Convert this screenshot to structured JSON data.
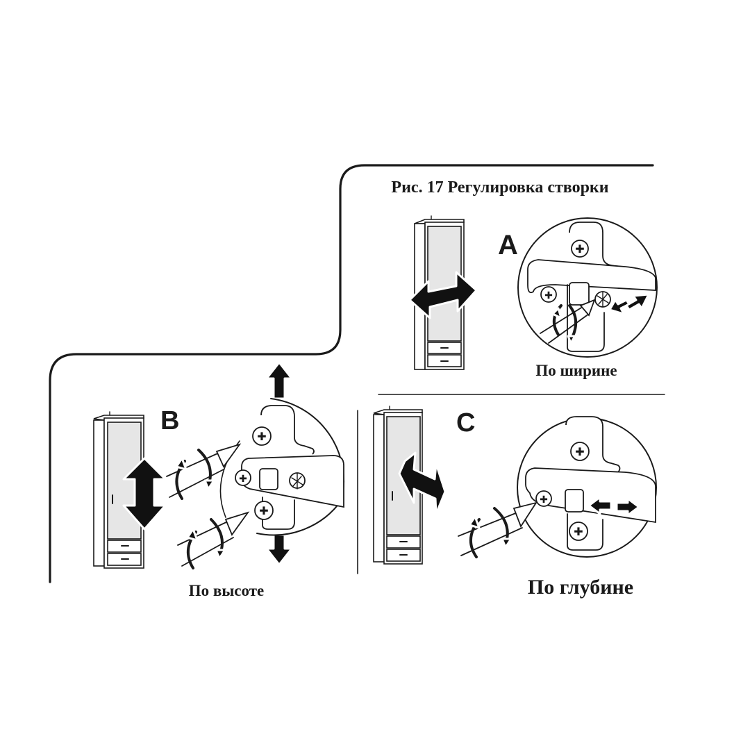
{
  "figure": {
    "title": "Рис. 17 Регулировка створки",
    "panels": [
      {
        "id": "A",
        "letter": "A",
        "caption": "По ширине",
        "adjustment": "width",
        "arrow": "horizontal"
      },
      {
        "id": "B",
        "letter": "B",
        "caption": "По высоте",
        "adjustment": "height",
        "arrow": "vertical"
      },
      {
        "id": "C",
        "letter": "C",
        "caption": "По глубине",
        "adjustment": "depth",
        "arrow": "diagonal"
      }
    ]
  },
  "colors": {
    "ink": "#1a1a1a",
    "door_fill": "#e6e6e6",
    "background": "#ffffff"
  }
}
